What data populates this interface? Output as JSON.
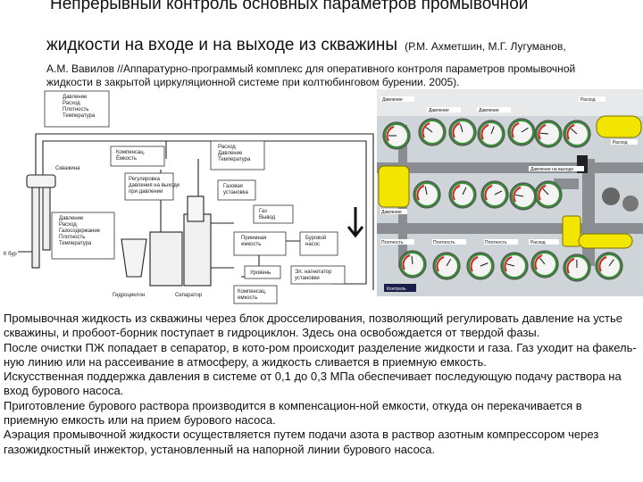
{
  "header": {
    "title_line1": "Непрерывный контроль основных параметров промывочной",
    "title_line2": "жидкости на входе и на выходе из скважины",
    "citation_part1": "(Р.М. Ахметшин, М.Г. Лугуманов,",
    "citation_part2": "А.М. Вавилов //Аппаратурно-программый комплекс для оперативного контроля параметров промывочной жидкости в закрытой циркуляционной системе при колтюбинговом бурении. 2005)."
  },
  "diagram": {
    "labels": {
      "inlet_params": [
        "Давление",
        "Расход",
        "Плотность",
        "Температура"
      ],
      "well": "Скважина",
      "outlet_params": [
        "Давление",
        "Расход",
        "Газосодержание",
        "Плотность",
        "Температура"
      ],
      "to_mud": "К бур",
      "compensation_tank": [
        "Компенсац.",
        "Ёмкость"
      ],
      "flow_params": [
        "Расход",
        "Давление",
        "Температура"
      ],
      "gas_unit": [
        "Газовая",
        "установка"
      ],
      "level_control": [
        "Регулировка",
        "давления на выходе",
        "при давлении"
      ],
      "gas_flow": [
        "Газ",
        "Вывод"
      ],
      "receiving_tank": [
        "Приемная",
        "емкость"
      ],
      "mud_pump": [
        "Буровой",
        "насос"
      ],
      "level": "Уровень",
      "compensation_tank2": [
        "Компенсац.",
        "емкость"
      ],
      "nitrogen_compressor": [
        "Эл. нагнетатор",
        "установки"
      ],
      "hydrocyclone": "Гидроциклон",
      "separator": "Сепаратор"
    }
  },
  "photo": {
    "label_tl": "Давление",
    "label_pressure_in": "Давление",
    "label_pressure_out": "Давление",
    "label_tr": "Расход",
    "label_flow": "Расход",
    "label_mid": "Давление на выходе",
    "label_ctrl": "Давление",
    "label_b1": "Плотность",
    "label_b2": "Плотность",
    "label_b3": "Плотность",
    "label_b4": "Расход",
    "label_caption": "Контроль",
    "pipe_color": "#8a8d92",
    "tank_color": "#f2e600"
  },
  "body": {
    "p1": "Промывочная жидкость из скважины через блок дросселирования, позволяющий регулировать давление на устье скважины, и пробоот-борник поступает в гидроциклон. Здесь она освобождается от твердой фазы.",
    "p2": "После очистки ПЖ попадает в сепаратор, в кото-ром происходит разделение жидкости и газа. Газ уходит на факель-ную линию или на рассеивание в атмосферу, а жидкость сливается в приемную емкость.",
    "p3": "Искусственная поддержка давления в системе от 0,1 до 0,3 МПа обеспечивает последующую подачу раствора на вход бурового насоса.",
    "p4": "Приготовление бурового раствора производится в компенсацион-ной емкости, откуда он перекачивается в приемную емкость или на прием бурового насоса.",
    "p5": "Аэрация промывочной жидкости осуществляется путем подачи азота в раствор азотным компрессором через газожидкостный инжектор, установленный на напорной линии бурового насоса."
  }
}
